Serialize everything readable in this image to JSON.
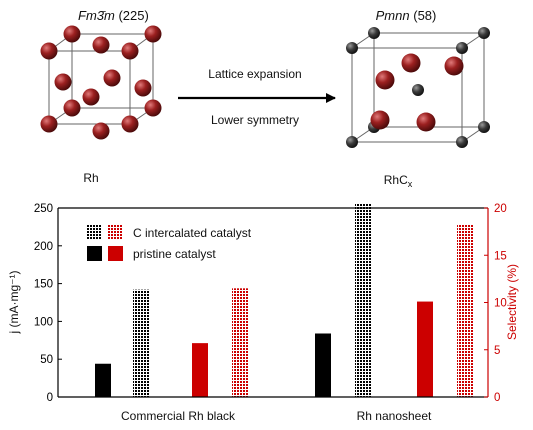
{
  "top": {
    "left_group": {
      "title": "Fm3̄m",
      "number": "(225)"
    },
    "left_label": "Rh",
    "right_group": {
      "title": "Pmnn",
      "number": "(58)"
    },
    "right_label_base": "RhC",
    "right_label_sub": "x",
    "arrow_text_top": "Lattice expansion",
    "arrow_text_bottom": "Lower symmetry",
    "colors": {
      "rh_atom": "#8c1c1c",
      "c_atom": "#333333"
    }
  },
  "chart_data": {
    "type": "bar",
    "categories": [
      "Commercial Rh black",
      "Rh nanosheet"
    ],
    "ylabel_left": "j (mA·mg⁻¹)",
    "ylabel_right": "Selectivity (%)",
    "ylim_left": [
      0,
      250
    ],
    "ylim_right": [
      0,
      20
    ],
    "yticks_left": [
      0,
      50,
      100,
      150,
      200,
      250
    ],
    "yticks_right": [
      0,
      5,
      10,
      15,
      20
    ],
    "legend": {
      "position": "top-left",
      "entries": [
        "C intercalated catalyst",
        "pristine catalyst"
      ]
    },
    "series": [
      {
        "name": "pristine catalyst",
        "axis": "left",
        "color": "#000000",
        "pattern": "solid",
        "values": [
          44,
          84
        ]
      },
      {
        "name": "C intercalated catalyst",
        "axis": "left",
        "color": "#000000",
        "pattern": "grid",
        "values": [
          142,
          256
        ]
      },
      {
        "name": "pristine catalyst",
        "axis": "right",
        "color": "#cc0000",
        "pattern": "solid",
        "values": [
          5.7,
          10.1
        ]
      },
      {
        "name": "C intercalated catalyst",
        "axis": "right",
        "color": "#cc0000",
        "pattern": "grid",
        "values": [
          11.5,
          18.2
        ]
      }
    ]
  }
}
